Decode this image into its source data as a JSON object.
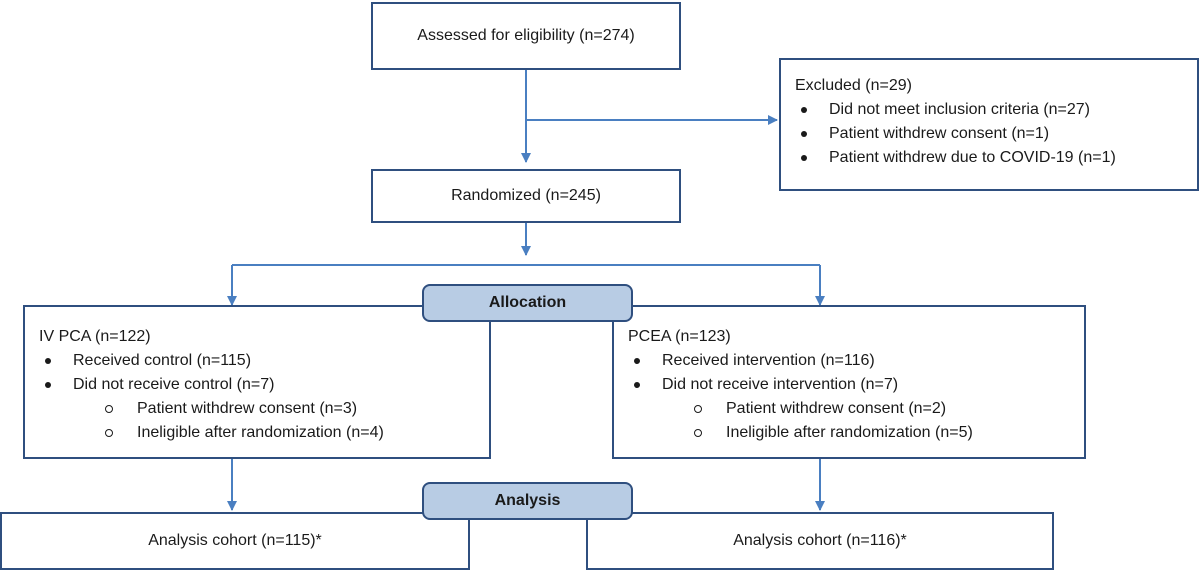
{
  "assessed": "Assessed for eligibility (n=274)",
  "excluded": {
    "title": "Excluded (n=29)",
    "items": [
      "Did not meet inclusion criteria (n=27)",
      "Patient withdrew consent (n=1)",
      "Patient withdrew due to COVID-19 (n=1)"
    ]
  },
  "randomized": "Randomized (n=245)",
  "allocation": "Allocation",
  "left_arm": {
    "title": "IV PCA (n=122)",
    "received": "Received control (n=115)",
    "not_received": "Did not receive control (n=7)",
    "sub": [
      "Patient withdrew consent (n=3)",
      "Ineligible after randomization (n=4)"
    ]
  },
  "right_arm": {
    "title": "PCEA (n=123)",
    "received": "Received intervention (n=116)",
    "not_received": "Did not receive intervention (n=7)",
    "sub": [
      "Patient withdrew consent (n=2)",
      "Ineligible after randomization (n=5)"
    ]
  },
  "analysis": "Analysis",
  "left_cohort": "Analysis cohort (n=115)*",
  "right_cohort": "Analysis cohort (n=116)*",
  "colors": {
    "border": "#2f4f7f",
    "arrow": "#4a7fc1",
    "label_fill": "#b8cce4"
  }
}
